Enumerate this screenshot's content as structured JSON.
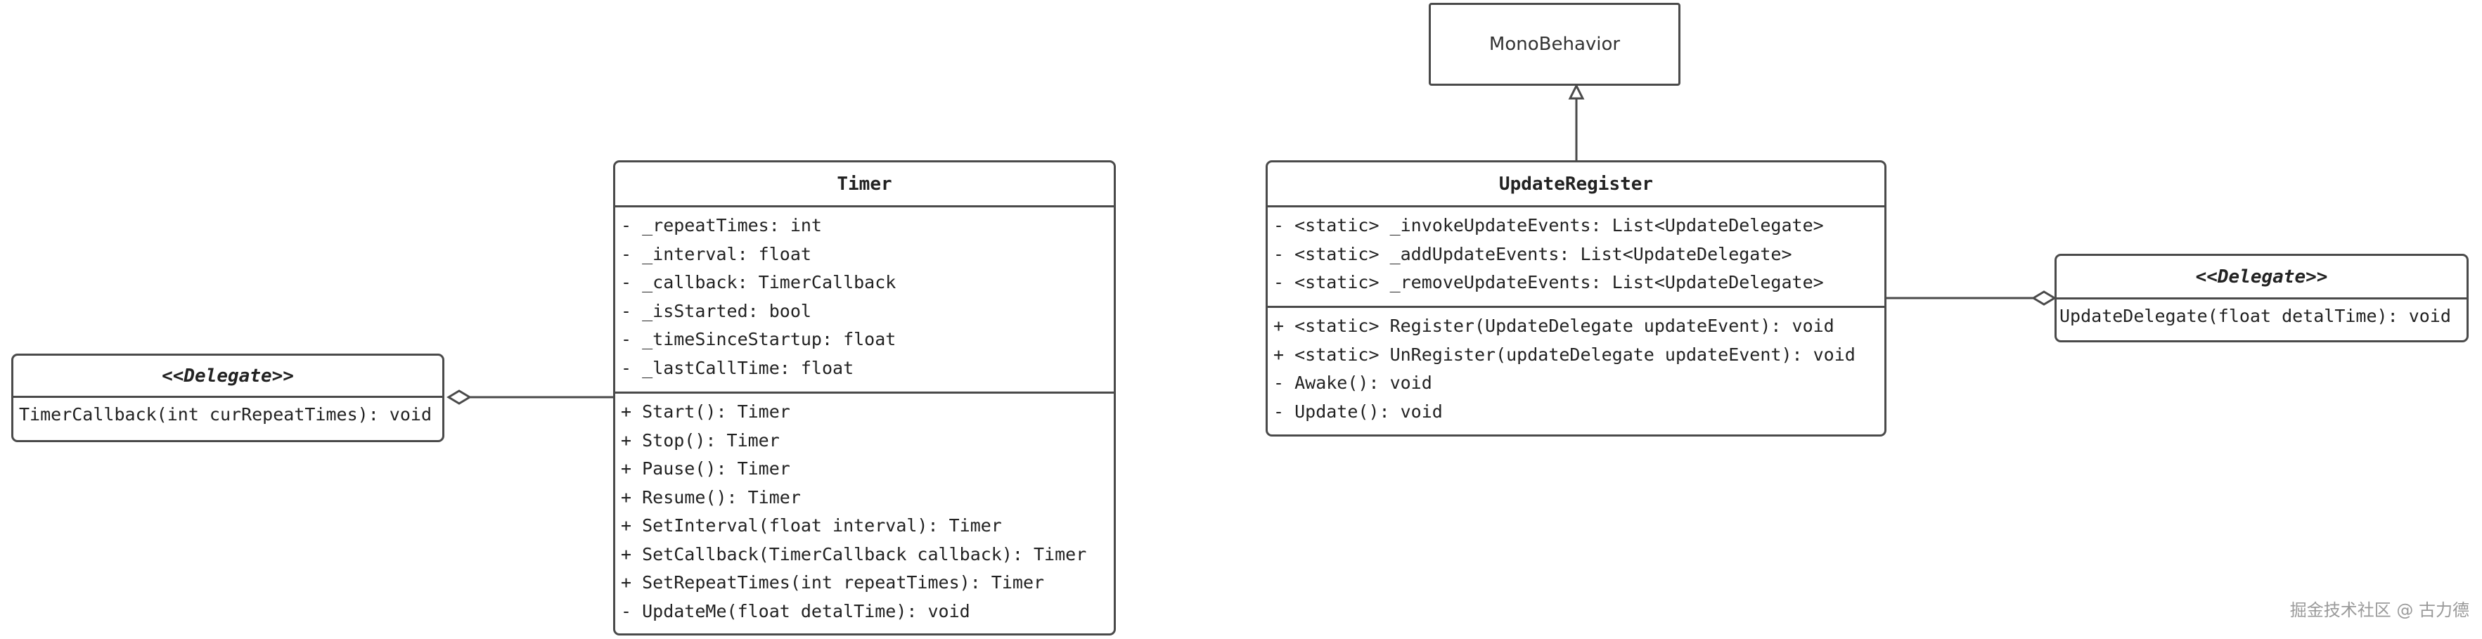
{
  "mono_behavior": {
    "name": "MonoBehavior"
  },
  "timer_callback_delegate": {
    "stereotype": "<<Delegate>>",
    "methods": [
      "TimerCallback(int curRepeatTimes): void"
    ]
  },
  "timer_class": {
    "name": "Timer",
    "attributes": [
      "- _repeatTimes: int",
      "- _interval: float",
      "- _callback: TimerCallback",
      "- _isStarted: bool",
      "- _timeSinceStartup: float",
      "- _lastCallTime: float"
    ],
    "methods": [
      "+ Start(): Timer",
      "+ Stop(): Timer",
      "+ Pause(): Timer",
      "+ Resume(): Timer",
      "+ SetInterval(float interval): Timer",
      "+ SetCallback(TimerCallback callback): Timer",
      "+ SetRepeatTimes(int repeatTimes): Timer",
      "- UpdateMe(float detalTime): void"
    ]
  },
  "update_register_class": {
    "name": "UpdateRegister",
    "attributes": [
      "- <static> _invokeUpdateEvents: List<UpdateDelegate>",
      "- <static> _addUpdateEvents: List<UpdateDelegate>",
      "- <static> _removeUpdateEvents: List<UpdateDelegate>"
    ],
    "methods": [
      "+ <static> Register(UpdateDelegate updateEvent): void",
      "+ <static> UnRegister(updateDelegate updateEvent): void",
      "- Awake(): void",
      "- Update(): void"
    ]
  },
  "update_delegate": {
    "stereotype": "<<Delegate>>",
    "methods": [
      "UpdateDelegate(float detalTime): void"
    ]
  },
  "watermark": "掘金技术社区 @ 古力德"
}
